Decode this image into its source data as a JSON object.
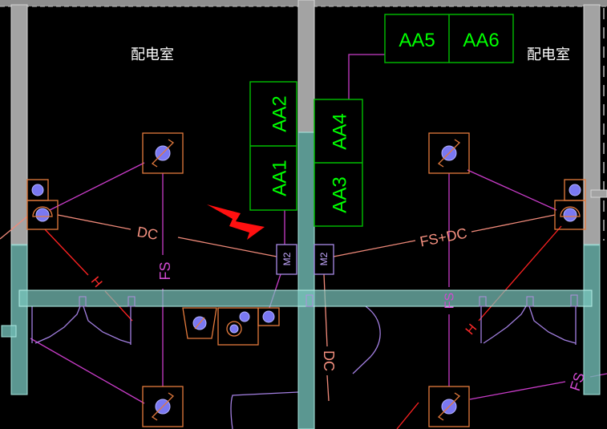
{
  "rooms": {
    "left": "配电室",
    "right": "配电室"
  },
  "panels": {
    "top": {
      "left": "AA5",
      "right": "AA6"
    },
    "center_left": {
      "upper": "AA2",
      "lower": "AA1"
    },
    "center_right": {
      "upper": "AA4",
      "lower": "AA3"
    }
  },
  "modules": {
    "left": "M2",
    "right": "M2"
  },
  "circuits": {
    "left_dc": "DC",
    "left_fs": "FS",
    "left_h": "H",
    "right_fs_dc": "FS+DC",
    "right_fs": "FS",
    "right_h": "H",
    "center_dc": "DC",
    "bottom_right_fs": "FS"
  },
  "icons": {
    "detector": "smoke-detector-icon",
    "arrow": "red-arrow-icon"
  },
  "colors": {
    "background": "#000000",
    "panel": "#00ff00",
    "fs_wiring": "#c83cc8",
    "dc_wiring": "#f08a7a",
    "h_wiring": "#ff2222",
    "detector_frame": "#e47a3c",
    "detector_dot": "#7a78f2",
    "wall": "#a3a3a3",
    "column": "#6fb8b1",
    "fixture": "#a27fe0"
  }
}
